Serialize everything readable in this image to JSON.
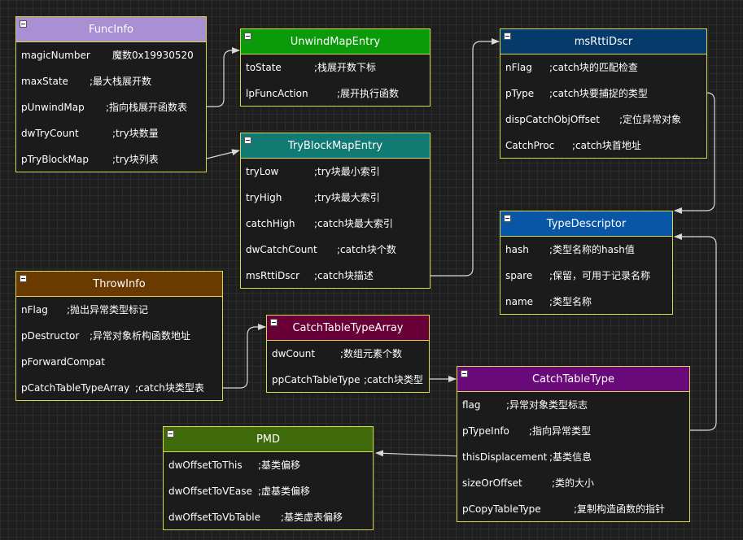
{
  "colors": {
    "border": "#d8d84a",
    "connector": "#d9d9d9",
    "funcinfo": "#a98fd4",
    "unwind": "#0a9a0a",
    "tryblock": "#117a72",
    "msrtti": "#063a6a",
    "typedesc": "#0a56a6",
    "throwinfo": "#6a3a00",
    "catcharray": "#6a0038",
    "catchtype": "#6a0a7a",
    "pmd": "#3f6a0a"
  },
  "icon": "collapse-minus-icon",
  "tables": {
    "funcinfo": {
      "title": "FuncInfo",
      "rows": [
        {
          "field": "magicNumber",
          "desc": "魔数0x19930520"
        },
        {
          "field": "maxState",
          "desc": ";最大栈展开数"
        },
        {
          "field": "pUnwindMap",
          "desc": ";指向栈展开函数表"
        },
        {
          "field": "dwTryCount",
          "desc": ";try块数量"
        },
        {
          "field": "pTryBlockMap",
          "desc": ";try块列表"
        }
      ]
    },
    "unwind": {
      "title": "UnwindMapEntry",
      "rows": [
        {
          "field": "toState",
          "desc": ";栈展开数下标"
        },
        {
          "field": "lpFuncAction",
          "desc": ";展开执行函数"
        }
      ]
    },
    "tryblock": {
      "title": "TryBlockMapEntry",
      "rows": [
        {
          "field": "tryLow",
          "desc": ";try块最小索引"
        },
        {
          "field": "tryHigh",
          "desc": ";try块最大索引"
        },
        {
          "field": "catchHigh",
          "desc": ";catch块最大索引"
        },
        {
          "field": "dwCatchCount",
          "desc": ";catch块个数"
        },
        {
          "field": "msRttiDscr",
          "desc": ";catch块描述"
        }
      ]
    },
    "msrtti": {
      "title": "msRttiDscr",
      "rows": [
        {
          "field": "nFlag",
          "desc": ";catch块的匹配检查"
        },
        {
          "field": "pType",
          "desc": ";catch块要捕捉的类型"
        },
        {
          "field": "dispCatchObjOffset",
          "desc": ";定位异常对象"
        },
        {
          "field": "CatchProc",
          "desc": ";catch块首地址"
        }
      ]
    },
    "typedesc": {
      "title": "TypeDescriptor",
      "rows": [
        {
          "field": "hash",
          "desc": ";类型名称的hash值"
        },
        {
          "field": "spare",
          "desc": ";保留，可用于记录名称"
        },
        {
          "field": "name",
          "desc": ";类型名称"
        }
      ]
    },
    "throwinfo": {
      "title": "ThrowInfo",
      "rows": [
        {
          "field": "nFlag",
          "desc": ";抛出异常类型标记"
        },
        {
          "field": "pDestructor",
          "desc": ";异常对象析构函数地址"
        },
        {
          "field": "pForwardCompat",
          "desc": ""
        },
        {
          "field": "pCatchTableTypeArray",
          "desc": ";catch块类型表"
        }
      ]
    },
    "catcharray": {
      "title": "CatchTableTypeArray",
      "rows": [
        {
          "field": "dwCount",
          "desc": ";数组元素个数"
        },
        {
          "field": "ppCatchTableType",
          "desc": ";catch块类型"
        }
      ]
    },
    "catchtype": {
      "title": "CatchTableType",
      "rows": [
        {
          "field": "flag",
          "desc": ";异常对象类型标志"
        },
        {
          "field": "pTypeInfo",
          "desc": ";指向异常类型"
        },
        {
          "field": "thisDisplacement",
          "desc": ";基类信息"
        },
        {
          "field": "sizeOrOffset",
          "desc": ";类的大小"
        },
        {
          "field": "pCopyTableType",
          "desc": ";复制构造函数的指针"
        }
      ]
    },
    "pmd": {
      "title": "PMD",
      "rows": [
        {
          "field": "dwOffsetToThis",
          "desc": ";基类偏移"
        },
        {
          "field": "dwOffsetToVEase",
          "desc": ";虚基类偏移"
        },
        {
          "field": "dwOffsetToVbTable",
          "desc": ";基类虚表偏移"
        }
      ]
    }
  }
}
